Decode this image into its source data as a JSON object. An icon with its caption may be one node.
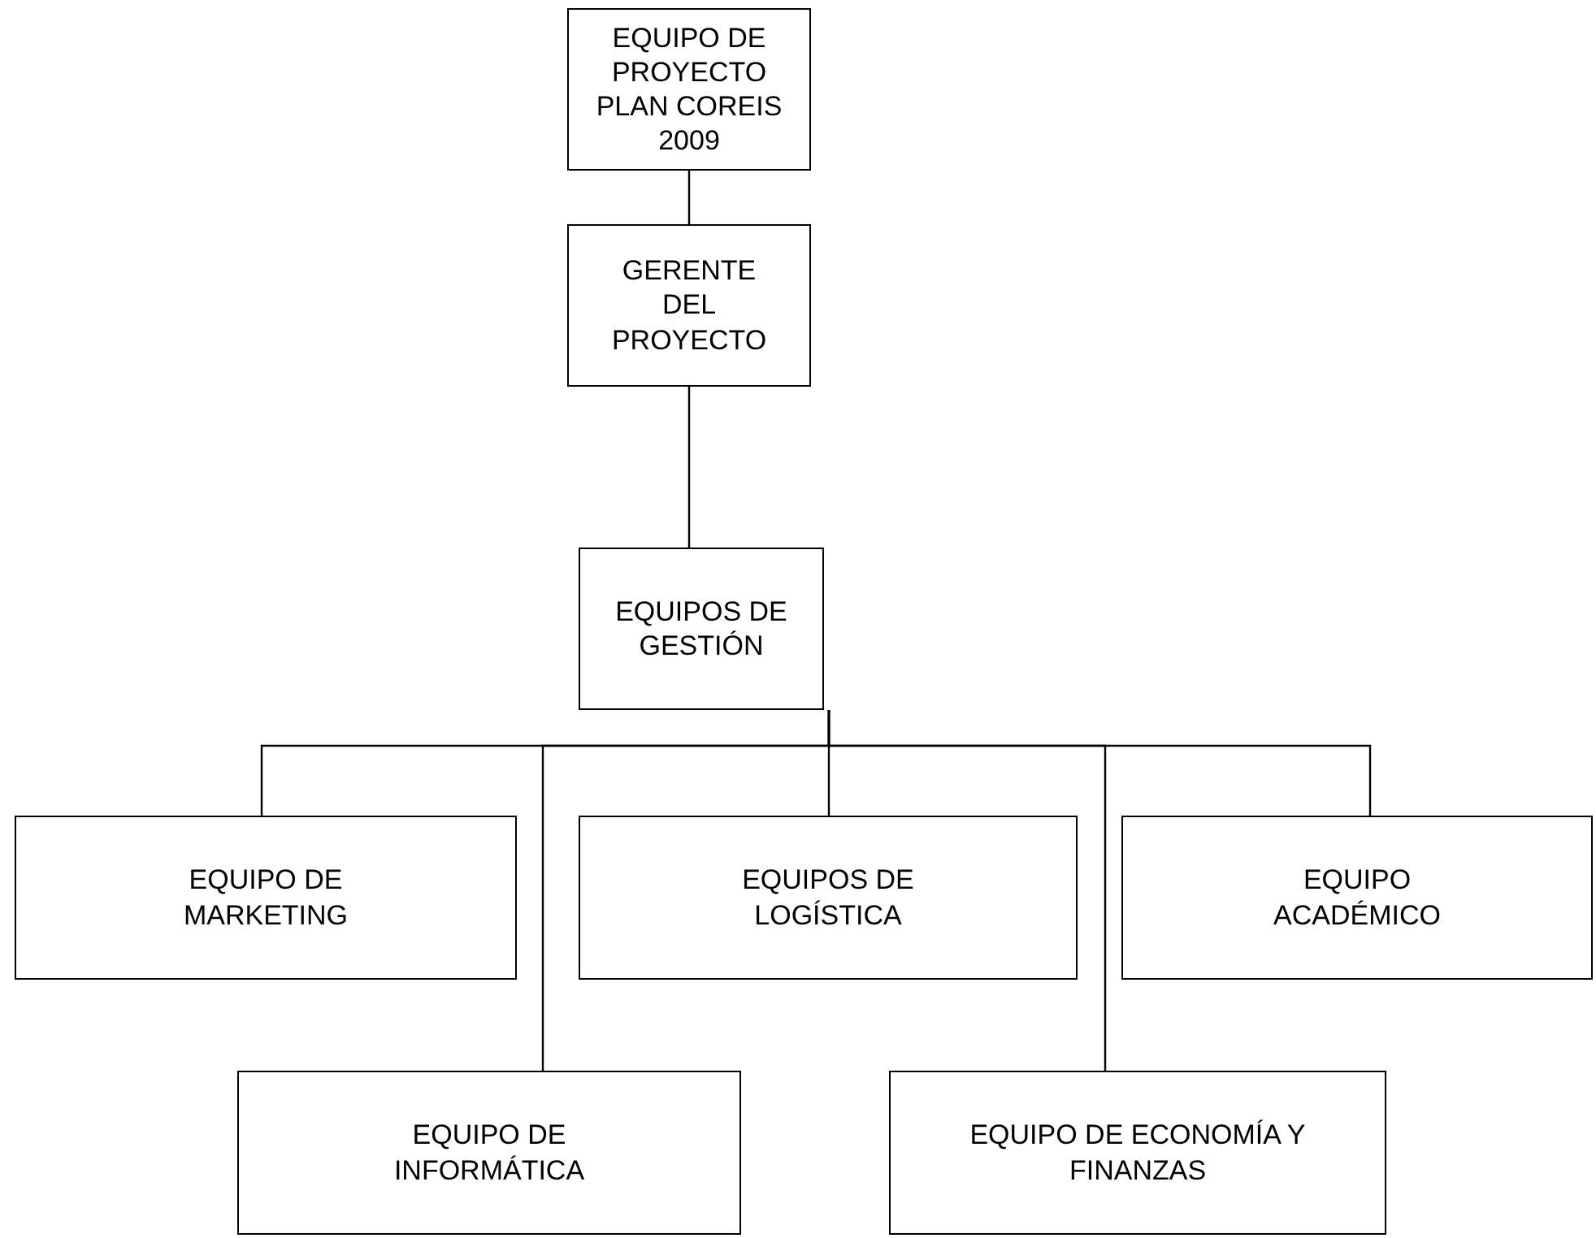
{
  "diagram": {
    "nodes": [
      {
        "text": [
          "EQUIPO DE PROYECTO PLAN COREIS 2009"
        ]
      },
      {
        "text": [
          "GERENTE DEL PROYECTO"
        ]
      },
      {
        "text": [
          "EQUIPOS DE GESTIÓN"
        ]
      },
      {
        "text": [
          "EQUIPO DE MARKETING"
        ]
      },
      {
        "text": [
          "EQUIPO DE INFORMÁTICA"
        ]
      },
      {
        "text": [
          "EQUIPOS DE LOGÍSTICA"
        ]
      },
      {
        "text": [
          "EQUIPO DE ECONOMÍA Y FINANZAS"
        ]
      },
      {
        "text": [
          "EQUIPO ACADÉMICO"
        ]
      }
    ],
    "edges": [
      {
        "from": 0,
        "to": 1,
        "arrow": "none"
      },
      {
        "from": 1,
        "to": 2,
        "arrow": "none"
      },
      {
        "from": 2,
        "to": 3,
        "arrow": "none"
      },
      {
        "from": 2,
        "to": 4,
        "arrow": "none"
      },
      {
        "from": 2,
        "to": 5,
        "arrow": "none"
      },
      {
        "from": 2,
        "to": 6,
        "arrow": "none"
      },
      {
        "from": 2,
        "to": 7,
        "arrow": "none"
      }
    ]
  }
}
